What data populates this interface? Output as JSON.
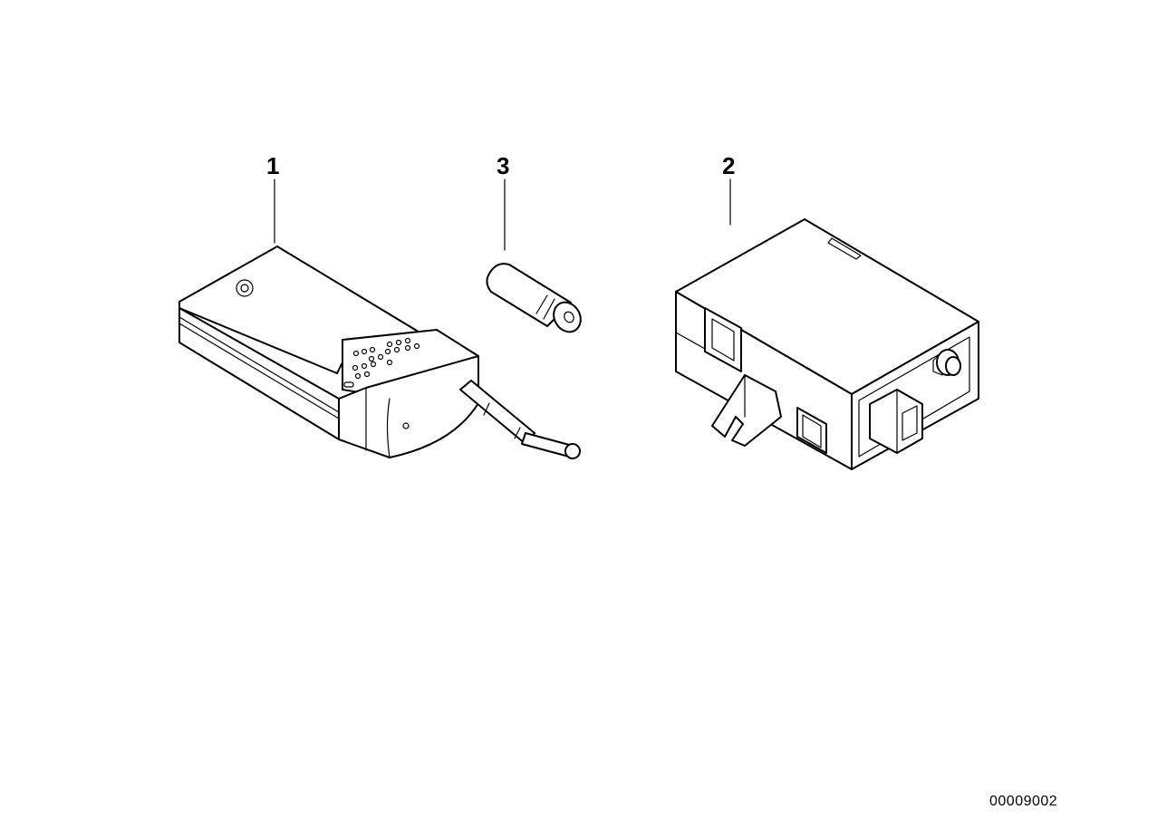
{
  "callouts": {
    "part1": "1",
    "part2": "2",
    "part3": "3"
  },
  "reference_number": "00009002"
}
